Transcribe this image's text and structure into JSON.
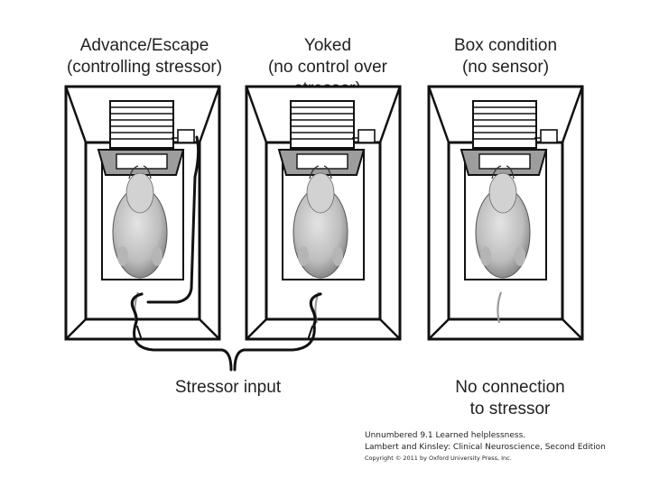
{
  "labels": {
    "advance_line1": "Advance/Escape",
    "advance_line2": "(controlling stressor)",
    "yoked_line1": "Yoked",
    "yoked_line2": "(no control over stressor)",
    "box_line1": "Box condition",
    "box_line2": "(no sensor)",
    "stressor_input": "Stressor input",
    "no_connection_line1": "No connection",
    "no_connection_line2": "to stressor"
  },
  "caption": {
    "line1": "Unnumbered 9.1  Learned helplessness.",
    "line2": "Lambert and Kinsley: Clinical Neuroscience, Second Edition",
    "line3": "Copyright © 2011 by Oxford University Press, Inc."
  }
}
